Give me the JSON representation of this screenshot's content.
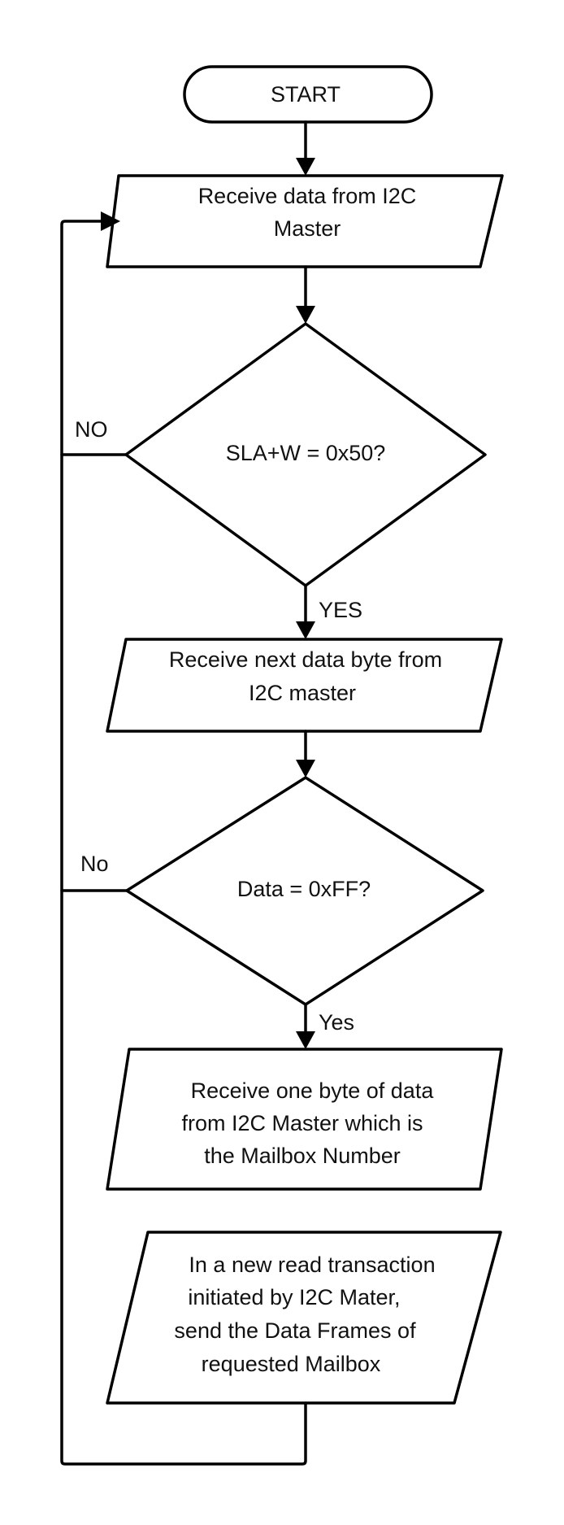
{
  "flowchart": {
    "start": "START",
    "receive_data": [
      "Receive data from I2C",
      "Master"
    ],
    "decision_sla": "SLA+W = 0x50?",
    "label_no_upper": "NO",
    "label_yes_upper": "YES",
    "receive_next": [
      "Receive next data byte from",
      "I2C master"
    ],
    "decision_data": "Data = 0xFF?",
    "label_no_lower": "No",
    "label_yes_lower": "Yes",
    "receive_mailbox": [
      "Receive one byte of data",
      "from I2C Master which is",
      "the Mailbox Number"
    ],
    "send_frames": [
      "In a new read transaction",
      "initiated by I2C Mater,",
      "send the Data Frames of",
      "requested Mailbox"
    ]
  }
}
